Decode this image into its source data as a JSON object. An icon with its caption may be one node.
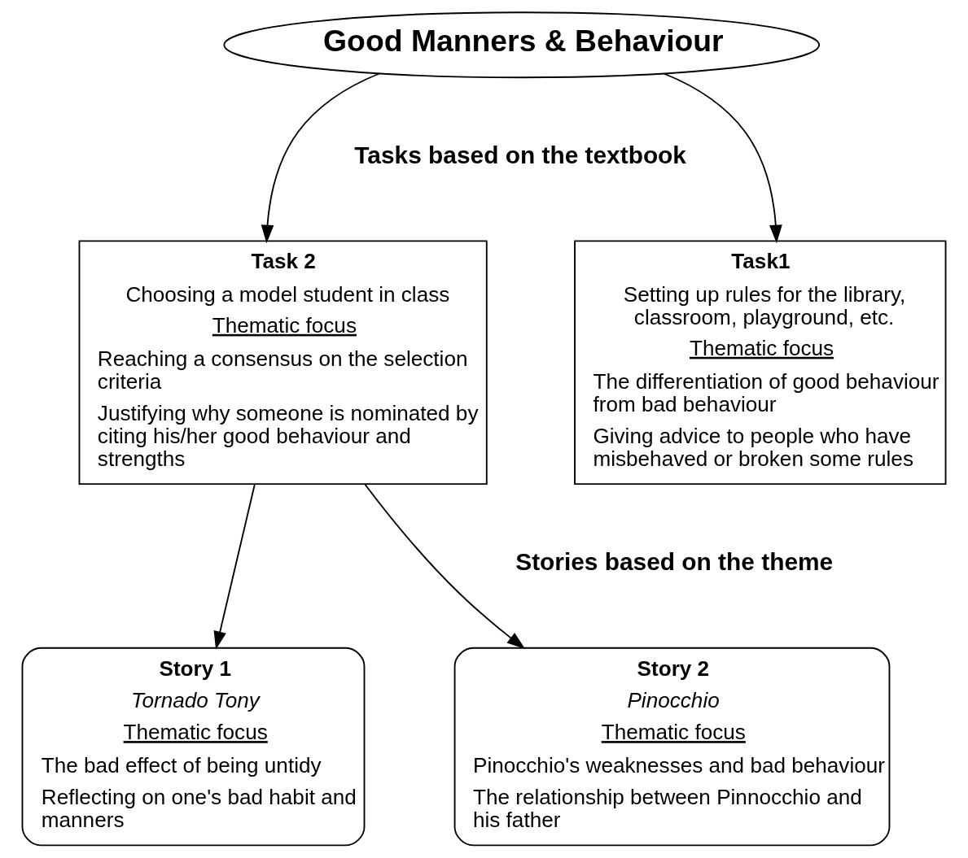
{
  "diagram": {
    "nodes": [
      {
        "text": [
          "Good Manners & Behaviour"
        ]
      },
      {
        "text": [
          "Task1",
          "Setting up rules for the library, classroom, playground, etc.",
          "Thematic focus",
          "The differentiation of good behaviour from bad behaviour",
          "Giving advice to people who have misbehaved or broken some rules"
        ]
      },
      {
        "text": [
          "Task 2",
          "Choosing a model student in class",
          "Thematic focus",
          "Reaching a consensus on the selection criteria",
          "Justifying why someone is nominated by citing his/her good behaviour and strengths"
        ]
      },
      {
        "text": [
          "Story 1",
          "Tornado Tony",
          "Thematic focus",
          "The bad effect of being untidy",
          "Reflecting on one's bad habit and manners"
        ]
      },
      {
        "text": [
          "Story 2",
          "Pinocchio",
          "Thematic focus",
          "Pinocchio's weaknesses and bad behaviour",
          "The relationship between Pinnocchio and his father"
        ]
      }
    ],
    "edges": [
      {
        "from": 0,
        "to": 1,
        "arrow": "to"
      },
      {
        "from": 0,
        "to": 2,
        "arrow": "to"
      },
      {
        "from": 2,
        "to": 3,
        "arrow": "to"
      },
      {
        "from": 2,
        "to": 4,
        "arrow": "to"
      }
    ],
    "labels": [
      "Tasks based on the textbook",
      "Stories based on the theme"
    ]
  }
}
